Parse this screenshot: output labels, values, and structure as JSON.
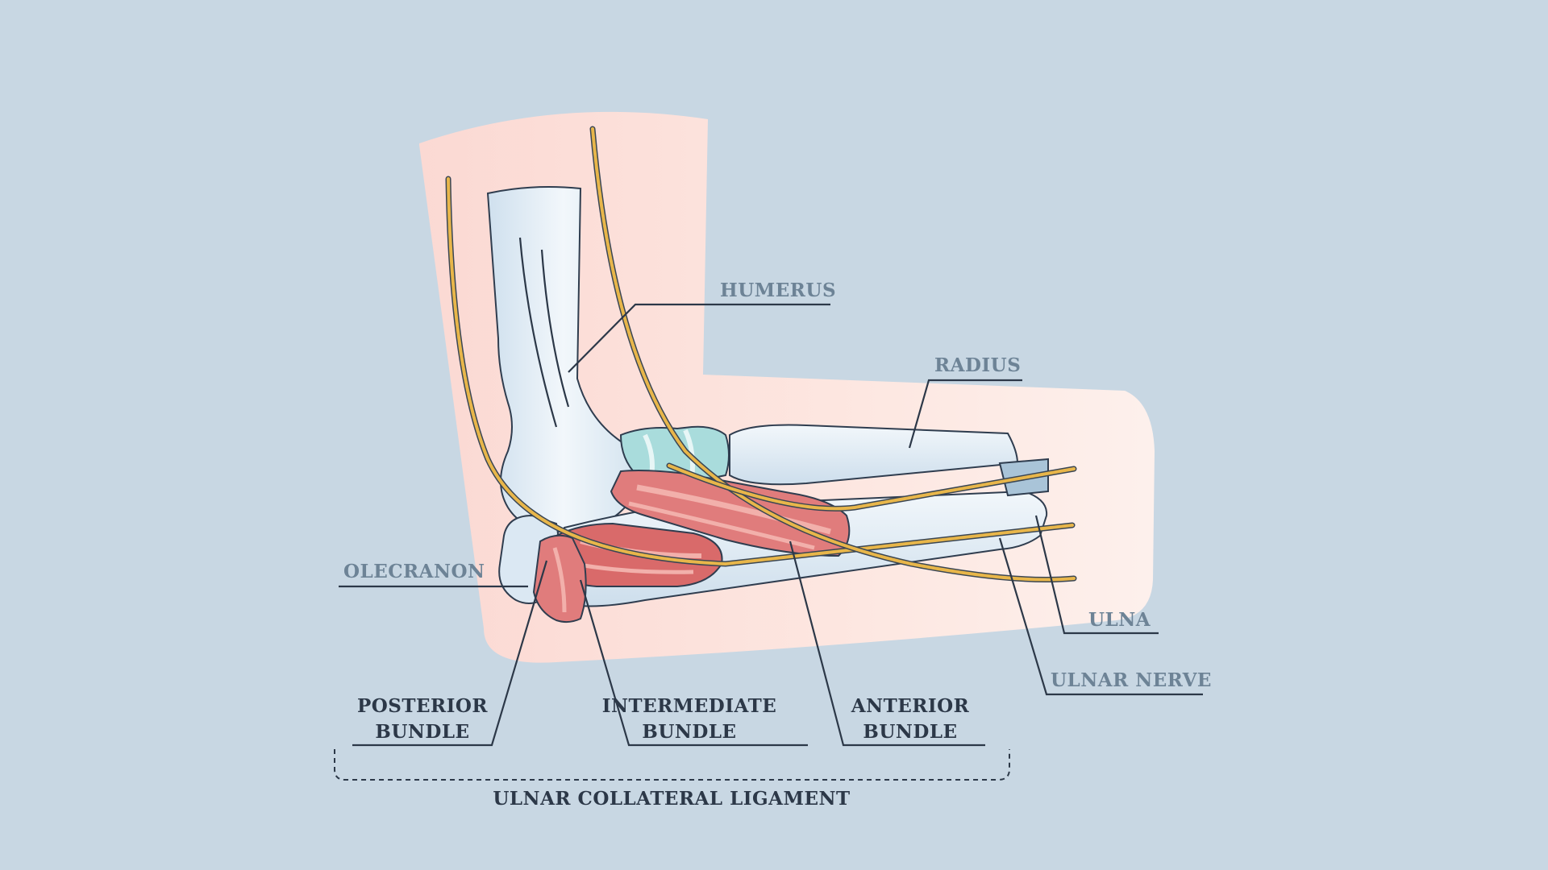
{
  "labels": {
    "humerus": "HUMERUS",
    "radius": "RADIUS",
    "olecranon": "OLECRANON",
    "ulna": "ULNA",
    "ulnar_nerve": "ULNAR NERVE",
    "posterior_bundle_line1": "POSTERIOR",
    "posterior_bundle_line2": "BUNDLE",
    "intermediate_bundle_line1": "INTERMEDIATE",
    "intermediate_bundle_line2": "BUNDLE",
    "anterior_bundle_line1": "ANTERIOR",
    "anterior_bundle_line2": "BUNDLE",
    "ulnar_collateral_ligament": "ULNAR COLLATERAL LIGAMENT"
  },
  "colors": {
    "background": "#c8d7e3",
    "skin": "#fde4de",
    "bone": "#e6f0f8",
    "cartilage": "#a9dcdc",
    "ligament": "#e07c7c",
    "nerve": "#e8b64a",
    "label_grey": "#6d8396",
    "label_dark": "#2c3848"
  }
}
